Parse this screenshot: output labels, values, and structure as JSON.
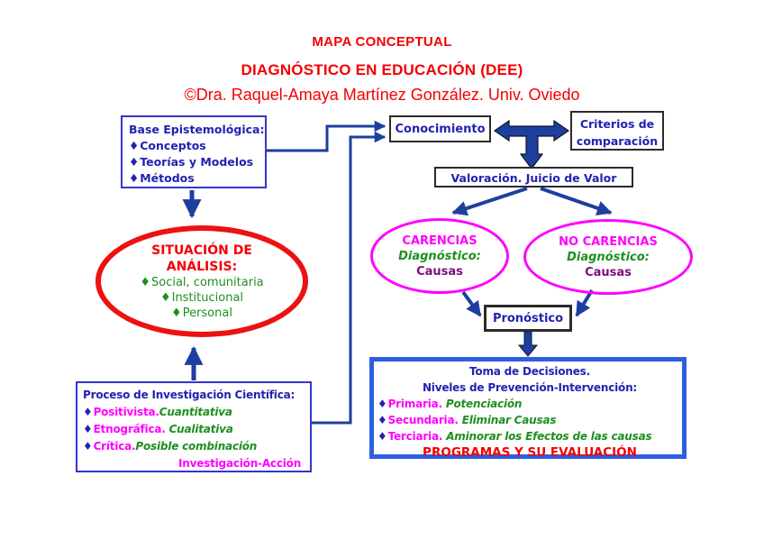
{
  "header": {
    "line1": "MAPA CONCEPTUAL",
    "line2": "DIAGNÓSTICO EN EDUCACIÓN (DEE)",
    "line3": "©Dra. Raquel-Amaya Martínez González. Univ. Oviedo"
  },
  "bullet": "♦",
  "base_box": {
    "title": "Base Epistemológica:",
    "items": [
      "Conceptos",
      "Teorías y Modelos",
      "Métodos"
    ]
  },
  "conocimiento": {
    "label": "Conocimiento"
  },
  "criterios": {
    "line1": "Criterios de",
    "line2": "comparación"
  },
  "valoracion": {
    "label": "Valoración. Juicio de Valor"
  },
  "carencias": {
    "title": "CARENCIAS",
    "line2": "Diagnóstico:",
    "line3": "Causas"
  },
  "no_carencias": {
    "title": "NO CARENCIAS",
    "line2": "Diagnóstico:",
    "line3": "Causas"
  },
  "pronostico": {
    "label": "Pronóstico"
  },
  "situacion": {
    "title_line1": "SITUACIÓN DE",
    "title_line2": "ANÁLISIS:",
    "items": [
      "Social, comunitaria",
      "Institucional",
      "Personal"
    ]
  },
  "proceso": {
    "title": "Proceso de Investigación Científica:",
    "items": [
      {
        "name": "Positivista.",
        "desc": "Cuantitativa"
      },
      {
        "name": "Etnográfica.",
        "desc": " Cualitativa"
      },
      {
        "name": "Crítica.",
        "desc": "Posible combinación"
      }
    ],
    "footer": "Investigación-Acción"
  },
  "toma": {
    "title1": "Toma de Decisiones.",
    "title2": "Niveles de Prevención-Intervención:",
    "items": [
      {
        "name": "Primaria.",
        "desc": " Potenciación"
      },
      {
        "name": "Secundaria.",
        "desc": " Eliminar Causas"
      },
      {
        "name": "Terciaria.",
        "desc": " Aminorar los Efectos de las causas"
      }
    ],
    "footer": "PROGRAMAS Y SU EVALUACIÓN"
  },
  "colors": {
    "title_red": "#f40000",
    "navy_text": "#2222b2",
    "blue_box_border": "#3535cf",
    "dark_box_border": "#2b2b2b",
    "arrow_navy": "#1d3f9e",
    "magenta": "#ff00ff",
    "green": "#1e8f1e",
    "purple": "#7d0c7d",
    "red_ellipse": "#ed1111",
    "toma_border": "#2d5fe2"
  }
}
